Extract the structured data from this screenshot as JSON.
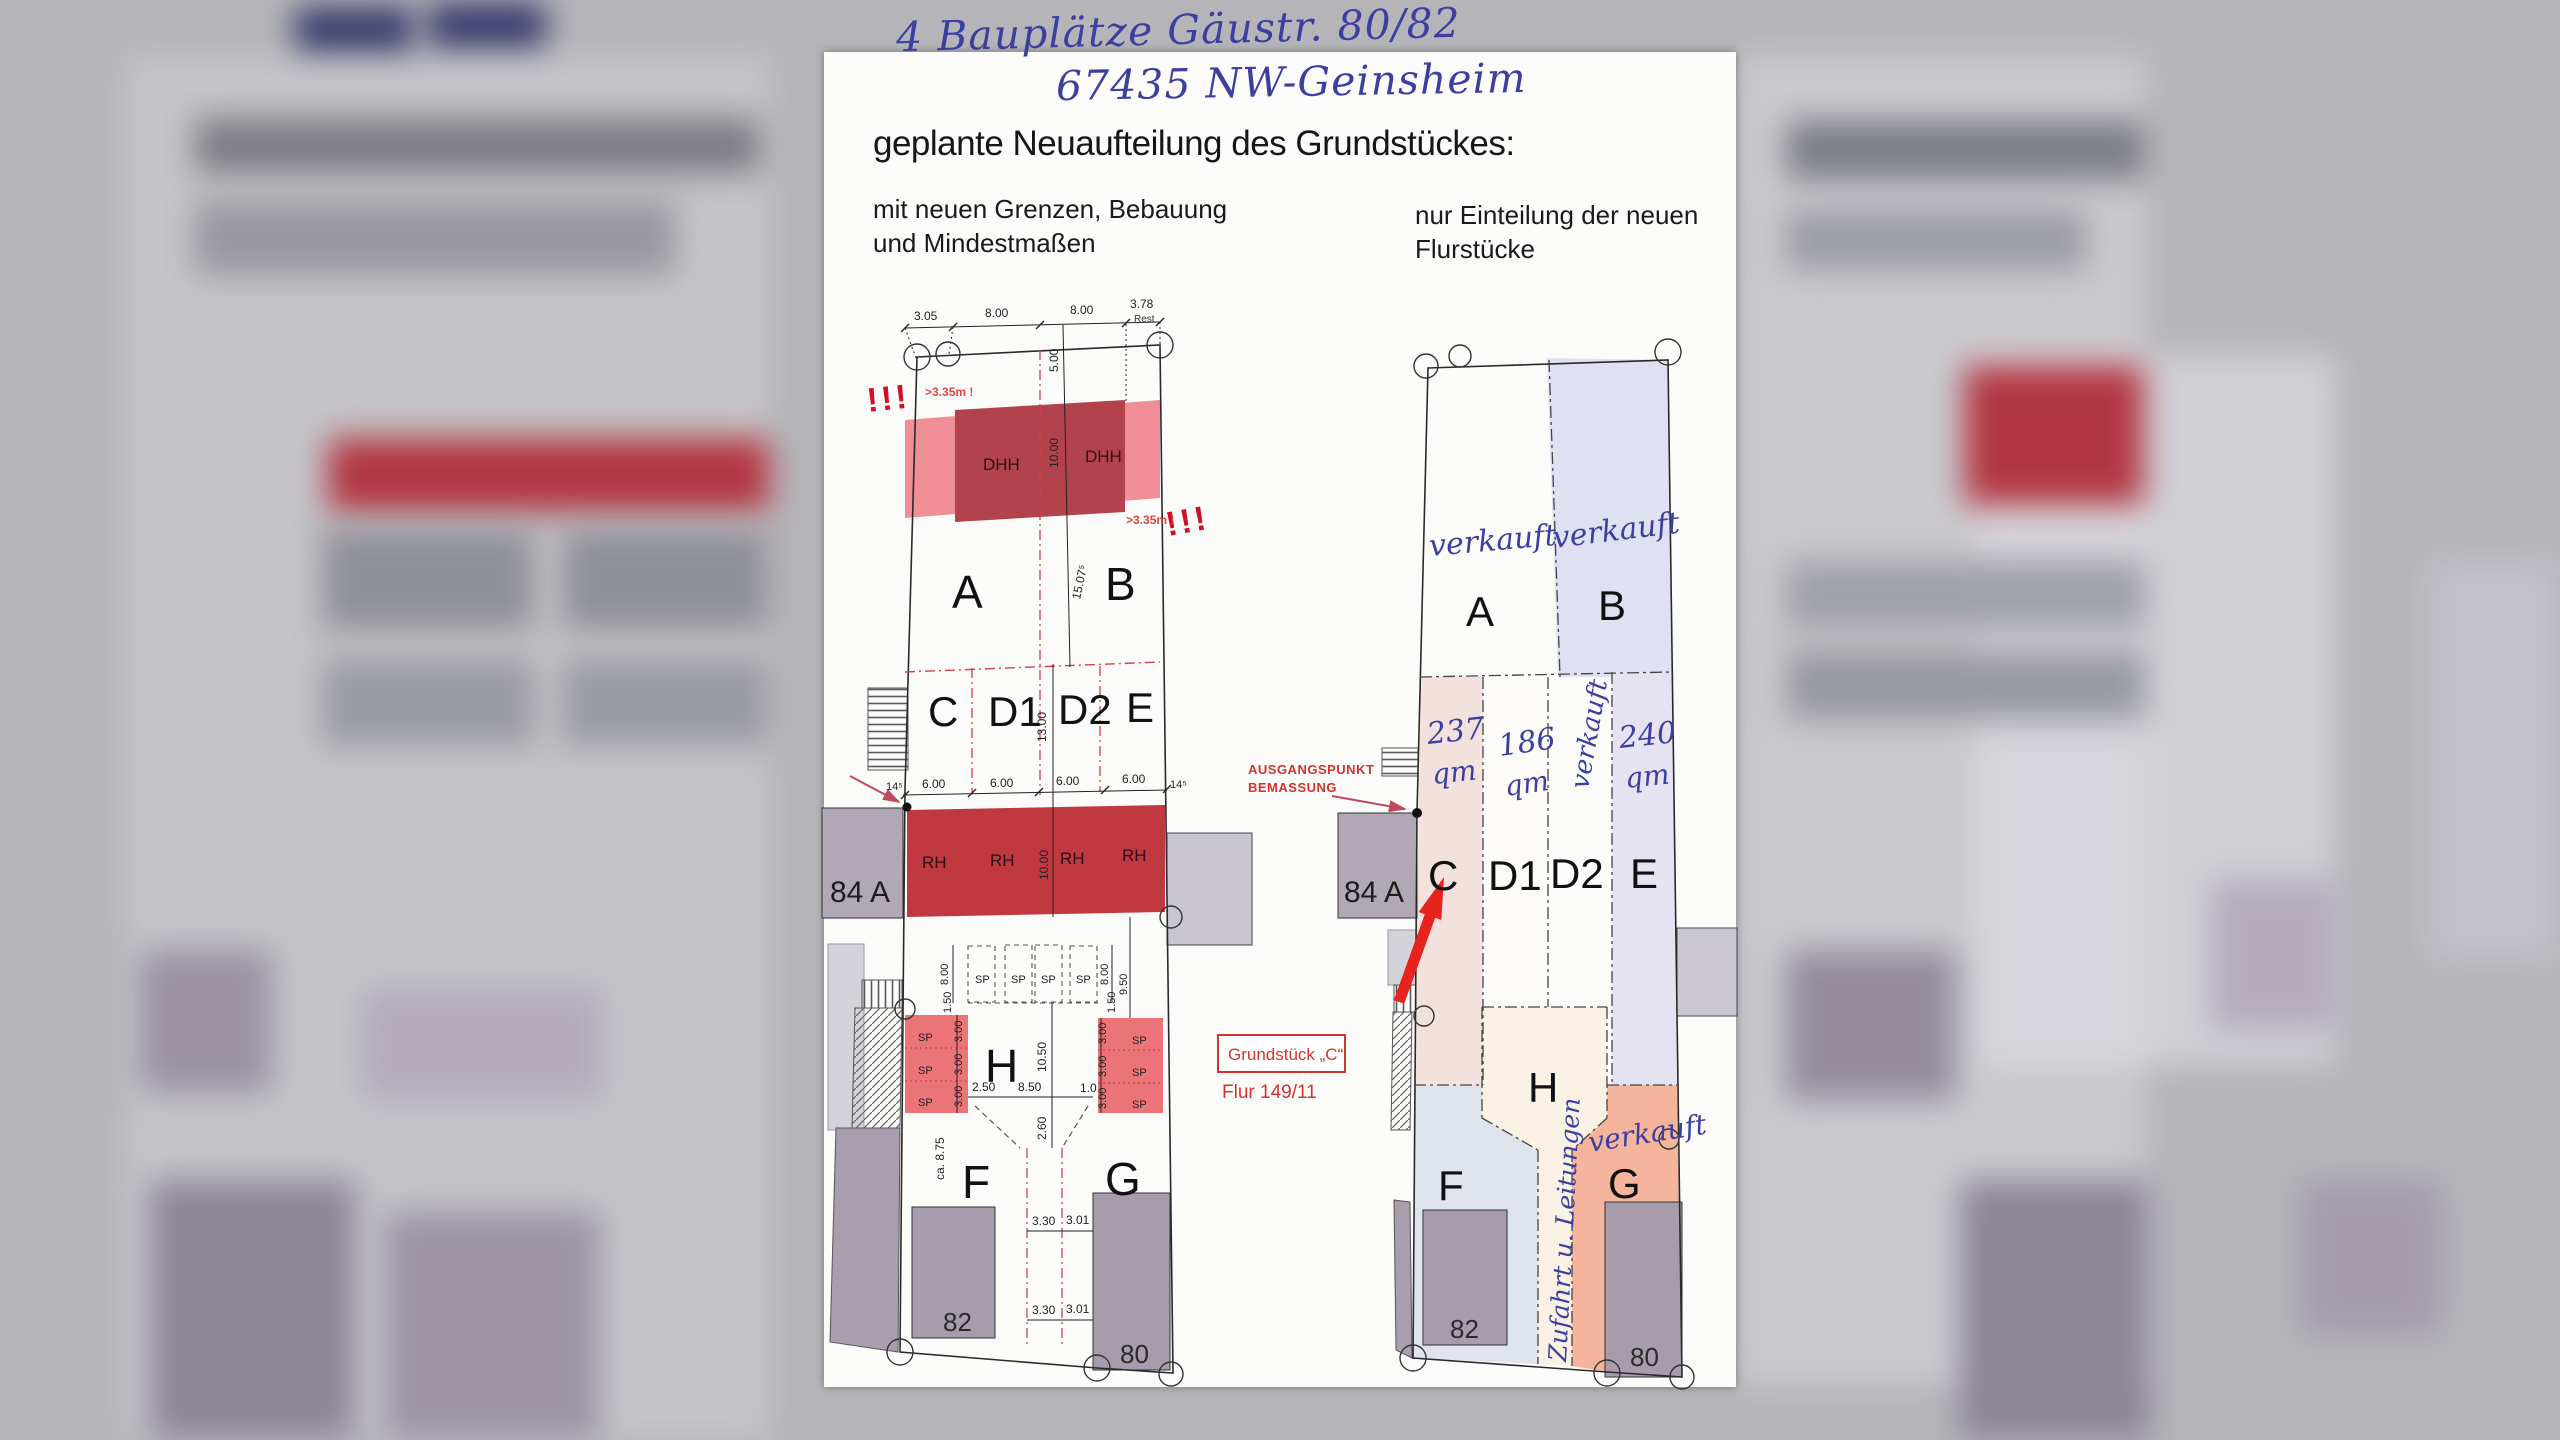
{
  "annotation": {
    "line1": "4 Bauplätze Gäustr. 80/82",
    "line2": "67435 NW-Geinsheim"
  },
  "header": {
    "title": "geplante Neuaufteilung des Grundstückes:",
    "subtitle_left_1": "mit neuen Grenzen, Bebauung",
    "subtitle_left_2": "und Mindestmaßen",
    "subtitle_right_1": "nur Einteilung der neuen",
    "subtitle_right_2": "Flurstücke"
  },
  "parcels": {
    "a": "A",
    "b": "B",
    "c": "C",
    "d1": "D1",
    "d2": "D2",
    "e": "E",
    "f": "F",
    "g": "G",
    "h": "H"
  },
  "buildings": {
    "b84a": "84 A",
    "b82": "82",
    "b80": "80"
  },
  "left_plan": {
    "top_dims": [
      "3.05",
      "8.00",
      "8.00",
      "3.78"
    ],
    "rest": "Rest",
    "bang": "!!!",
    "min_note": ">3.35m !",
    "dhh": "DHH",
    "dim_500": "5.00",
    "dim_1000": "10.00",
    "dim_1507": "15.07⁵",
    "dim_1300": "13.00",
    "dim_600": "6.00",
    "dim_145": "14⁵",
    "rh": "RH",
    "sp": "SP",
    "dim_800": "8.00",
    "dim_950": "9.50",
    "dim_150": "1.50",
    "dim_300": "3.00",
    "dim_1050": "10.50",
    "dim_250": "2.50",
    "dim_850": "8.50",
    "dim_10": "1.0",
    "dim_260": "2.60",
    "dim_875": "ca. 8.75",
    "dim_330": "3.30",
    "dim_301": "3.01"
  },
  "right_plan": {
    "origin_line1": "AUSGANGSPUNKT",
    "origin_line2": "BEMASSUNG",
    "callout": "Grundstück „C“",
    "callout_sub": "Flur 149/11",
    "verkauft": "verkauft",
    "n237": "237",
    "n186": "186",
    "n240": "240",
    "qm": "qm",
    "zufahrt": "Zufahrt u. Leitungen"
  },
  "colors": {
    "scanner_gray": "#b5b5b9",
    "dhh_dark_red": "#b2434c",
    "band_light_red": "#ef8e97",
    "rh_red": "#c13940",
    "sp_red": "#eb7478",
    "annotation_blue": "#3c3f9f",
    "callout_red": "#d2332a",
    "arrow_red": "#e8231d",
    "lavender": "#dfe0f2",
    "rose": "#f3e1de",
    "cream": "#f9f2e4",
    "blue_gray": "#dfe3eb",
    "salmon": "#f5b49c",
    "building_gray": "#a69cab"
  }
}
